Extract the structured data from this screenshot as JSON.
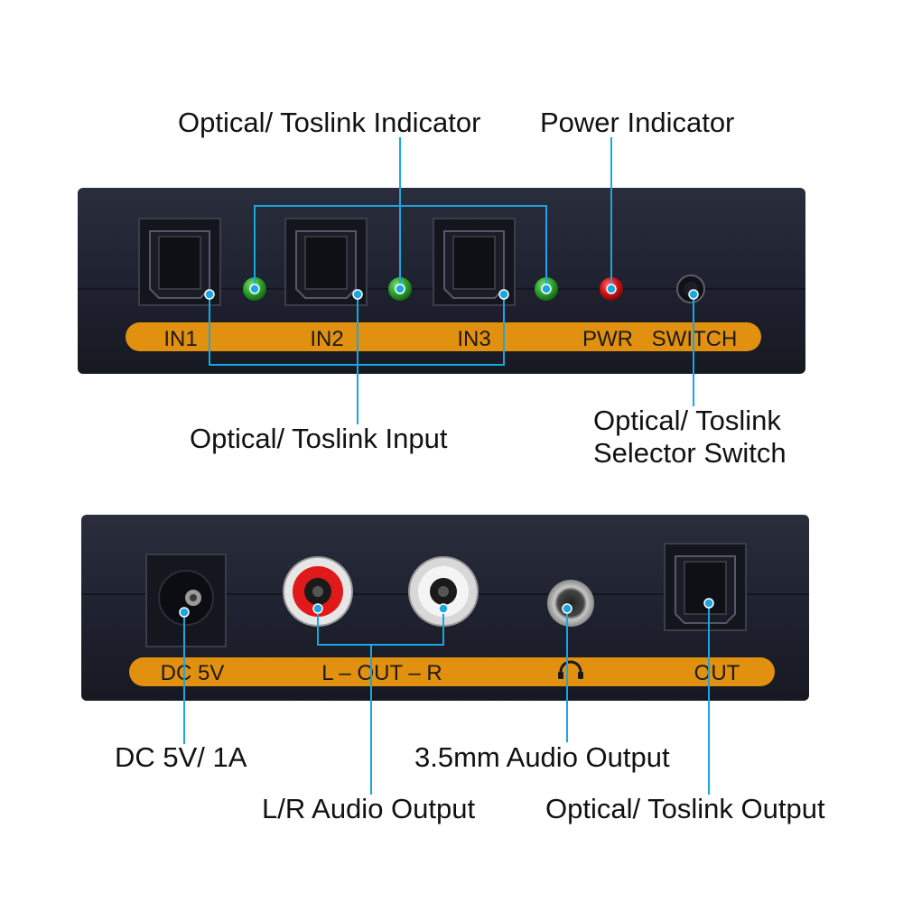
{
  "colors": {
    "panel": "#1f2230",
    "label_strip": "#e2900f",
    "leader_line": "#1aa6e0",
    "indicator_green": "#2fa82f",
    "indicator_red": "#d81414",
    "rca_red": "#e01a1a",
    "rca_white": "#e8e8e8"
  },
  "front_panel": {
    "labels": {
      "in1": "IN1",
      "in2": "IN2",
      "in3": "IN3",
      "pwr": "PWR",
      "switch": "SWITCH"
    }
  },
  "rear_panel": {
    "labels": {
      "dc": "DC 5V",
      "lr": "L – OUT – R",
      "out": "OUT"
    },
    "headphone_icon": "headphone-icon"
  },
  "callouts": {
    "optical_indicator": "Optical/ Toslink Indicator",
    "power_indicator": "Power Indicator",
    "optical_input": "Optical/ Toslink Input",
    "selector_switch_line1": "Optical/ Toslink",
    "selector_switch_line2": "Selector Switch",
    "dc_power": "DC 5V/ 1A",
    "audio_35mm": "3.5mm Audio Output",
    "lr_audio": "L/R Audio Output",
    "optical_output": "Optical/ Toslink Output"
  }
}
